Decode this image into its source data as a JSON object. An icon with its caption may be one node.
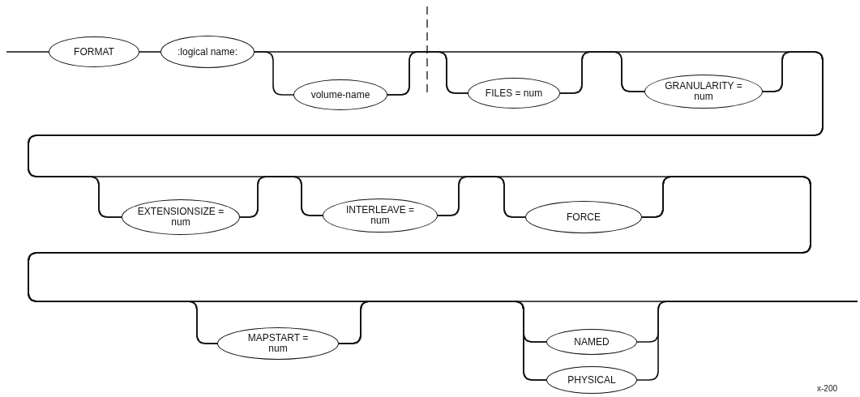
{
  "diagram": {
    "nodes": [
      {
        "text": [
          "FORMAT"
        ]
      },
      {
        "text": [
          ":logical name:"
        ]
      },
      {
        "text": [
          "volume-name"
        ]
      },
      {
        "text": [
          "FILES = num"
        ]
      },
      {
        "text": [
          "GRANULARITY = num"
        ]
      },
      {
        "text": [
          "EXTENSIONSIZE = num"
        ]
      },
      {
        "text": [
          "INTERLEAVE = num"
        ]
      },
      {
        "text": [
          "FORCE"
        ]
      },
      {
        "text": [
          "MAPSTART = num"
        ]
      },
      {
        "text": [
          "NAMED"
        ]
      },
      {
        "text": [
          "PHYSICAL"
        ]
      }
    ],
    "edges": [
      {
        "from": null,
        "to": 0,
        "arrow": "none"
      },
      {
        "from": 0,
        "to": 1,
        "arrow": "none"
      },
      {
        "from": 1,
        "to": 2,
        "arrow": "none"
      },
      {
        "from": 1,
        "to": 3,
        "arrow": "none"
      },
      {
        "from": 2,
        "to": 3,
        "arrow": "none"
      },
      {
        "from": 2,
        "to": 4,
        "arrow": "none"
      },
      {
        "from": 3,
        "to": 4,
        "arrow": "none"
      },
      {
        "from": 3,
        "to": 5,
        "arrow": "none"
      },
      {
        "from": 4,
        "to": 5,
        "arrow": "none"
      },
      {
        "from": 4,
        "to": 6,
        "arrow": "none"
      },
      {
        "from": 5,
        "to": 6,
        "arrow": "none"
      },
      {
        "from": 5,
        "to": 7,
        "arrow": "none"
      },
      {
        "from": 6,
        "to": 7,
        "arrow": "none"
      },
      {
        "from": 6,
        "to": 8,
        "arrow": "none"
      },
      {
        "from": 7,
        "to": 8,
        "arrow": "none"
      },
      {
        "from": 7,
        "to": 9,
        "arrow": "none"
      },
      {
        "from": 7,
        "to": 10,
        "arrow": "none"
      },
      {
        "from": 8,
        "to": 9,
        "arrow": "none"
      },
      {
        "from": 8,
        "to": 10,
        "arrow": "none"
      },
      {
        "from": 8,
        "to": null,
        "arrow": "none"
      },
      {
        "from": 9,
        "to": null,
        "arrow": "none"
      },
      {
        "from": 10,
        "to": null,
        "arrow": "none"
      }
    ],
    "labels": [
      "x-200"
    ]
  }
}
